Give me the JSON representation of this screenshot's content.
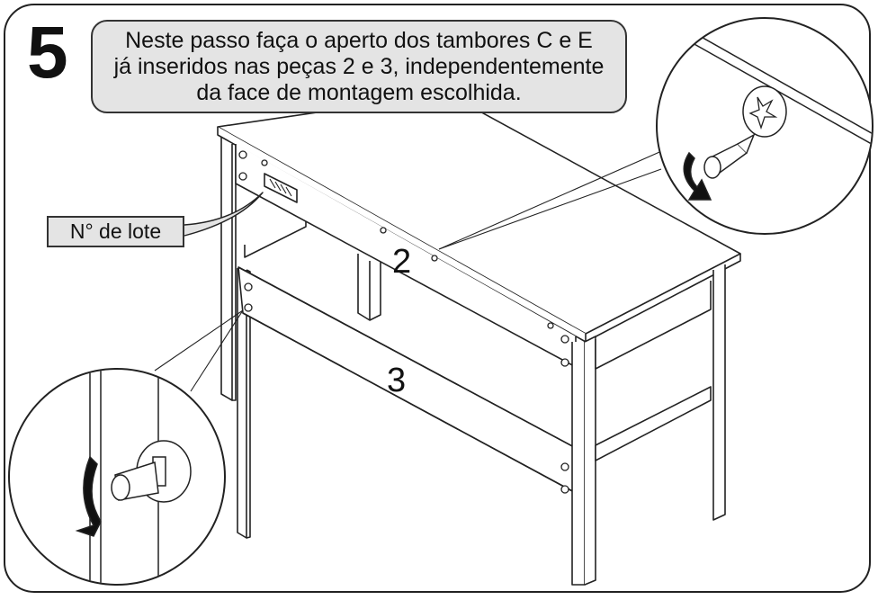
{
  "step": {
    "number": "5"
  },
  "instruction": {
    "lines": [
      "Neste passo faça o aperto dos tambores C e E",
      "já inseridos nas peças 2 e 3, independentemente",
      "da face de montagem escolhida."
    ]
  },
  "lot_label": "N° de lote",
  "parts": {
    "top_rail": "2",
    "lower_rail": "3"
  },
  "icons": {
    "screwdriver": "screwdriver-icon",
    "rotation_arrow": "clockwise-arrow-icon",
    "cam_lock": "cam-lock-icon"
  },
  "colors": {
    "callout_fill": "#e4e4e4",
    "line": "#222222"
  }
}
